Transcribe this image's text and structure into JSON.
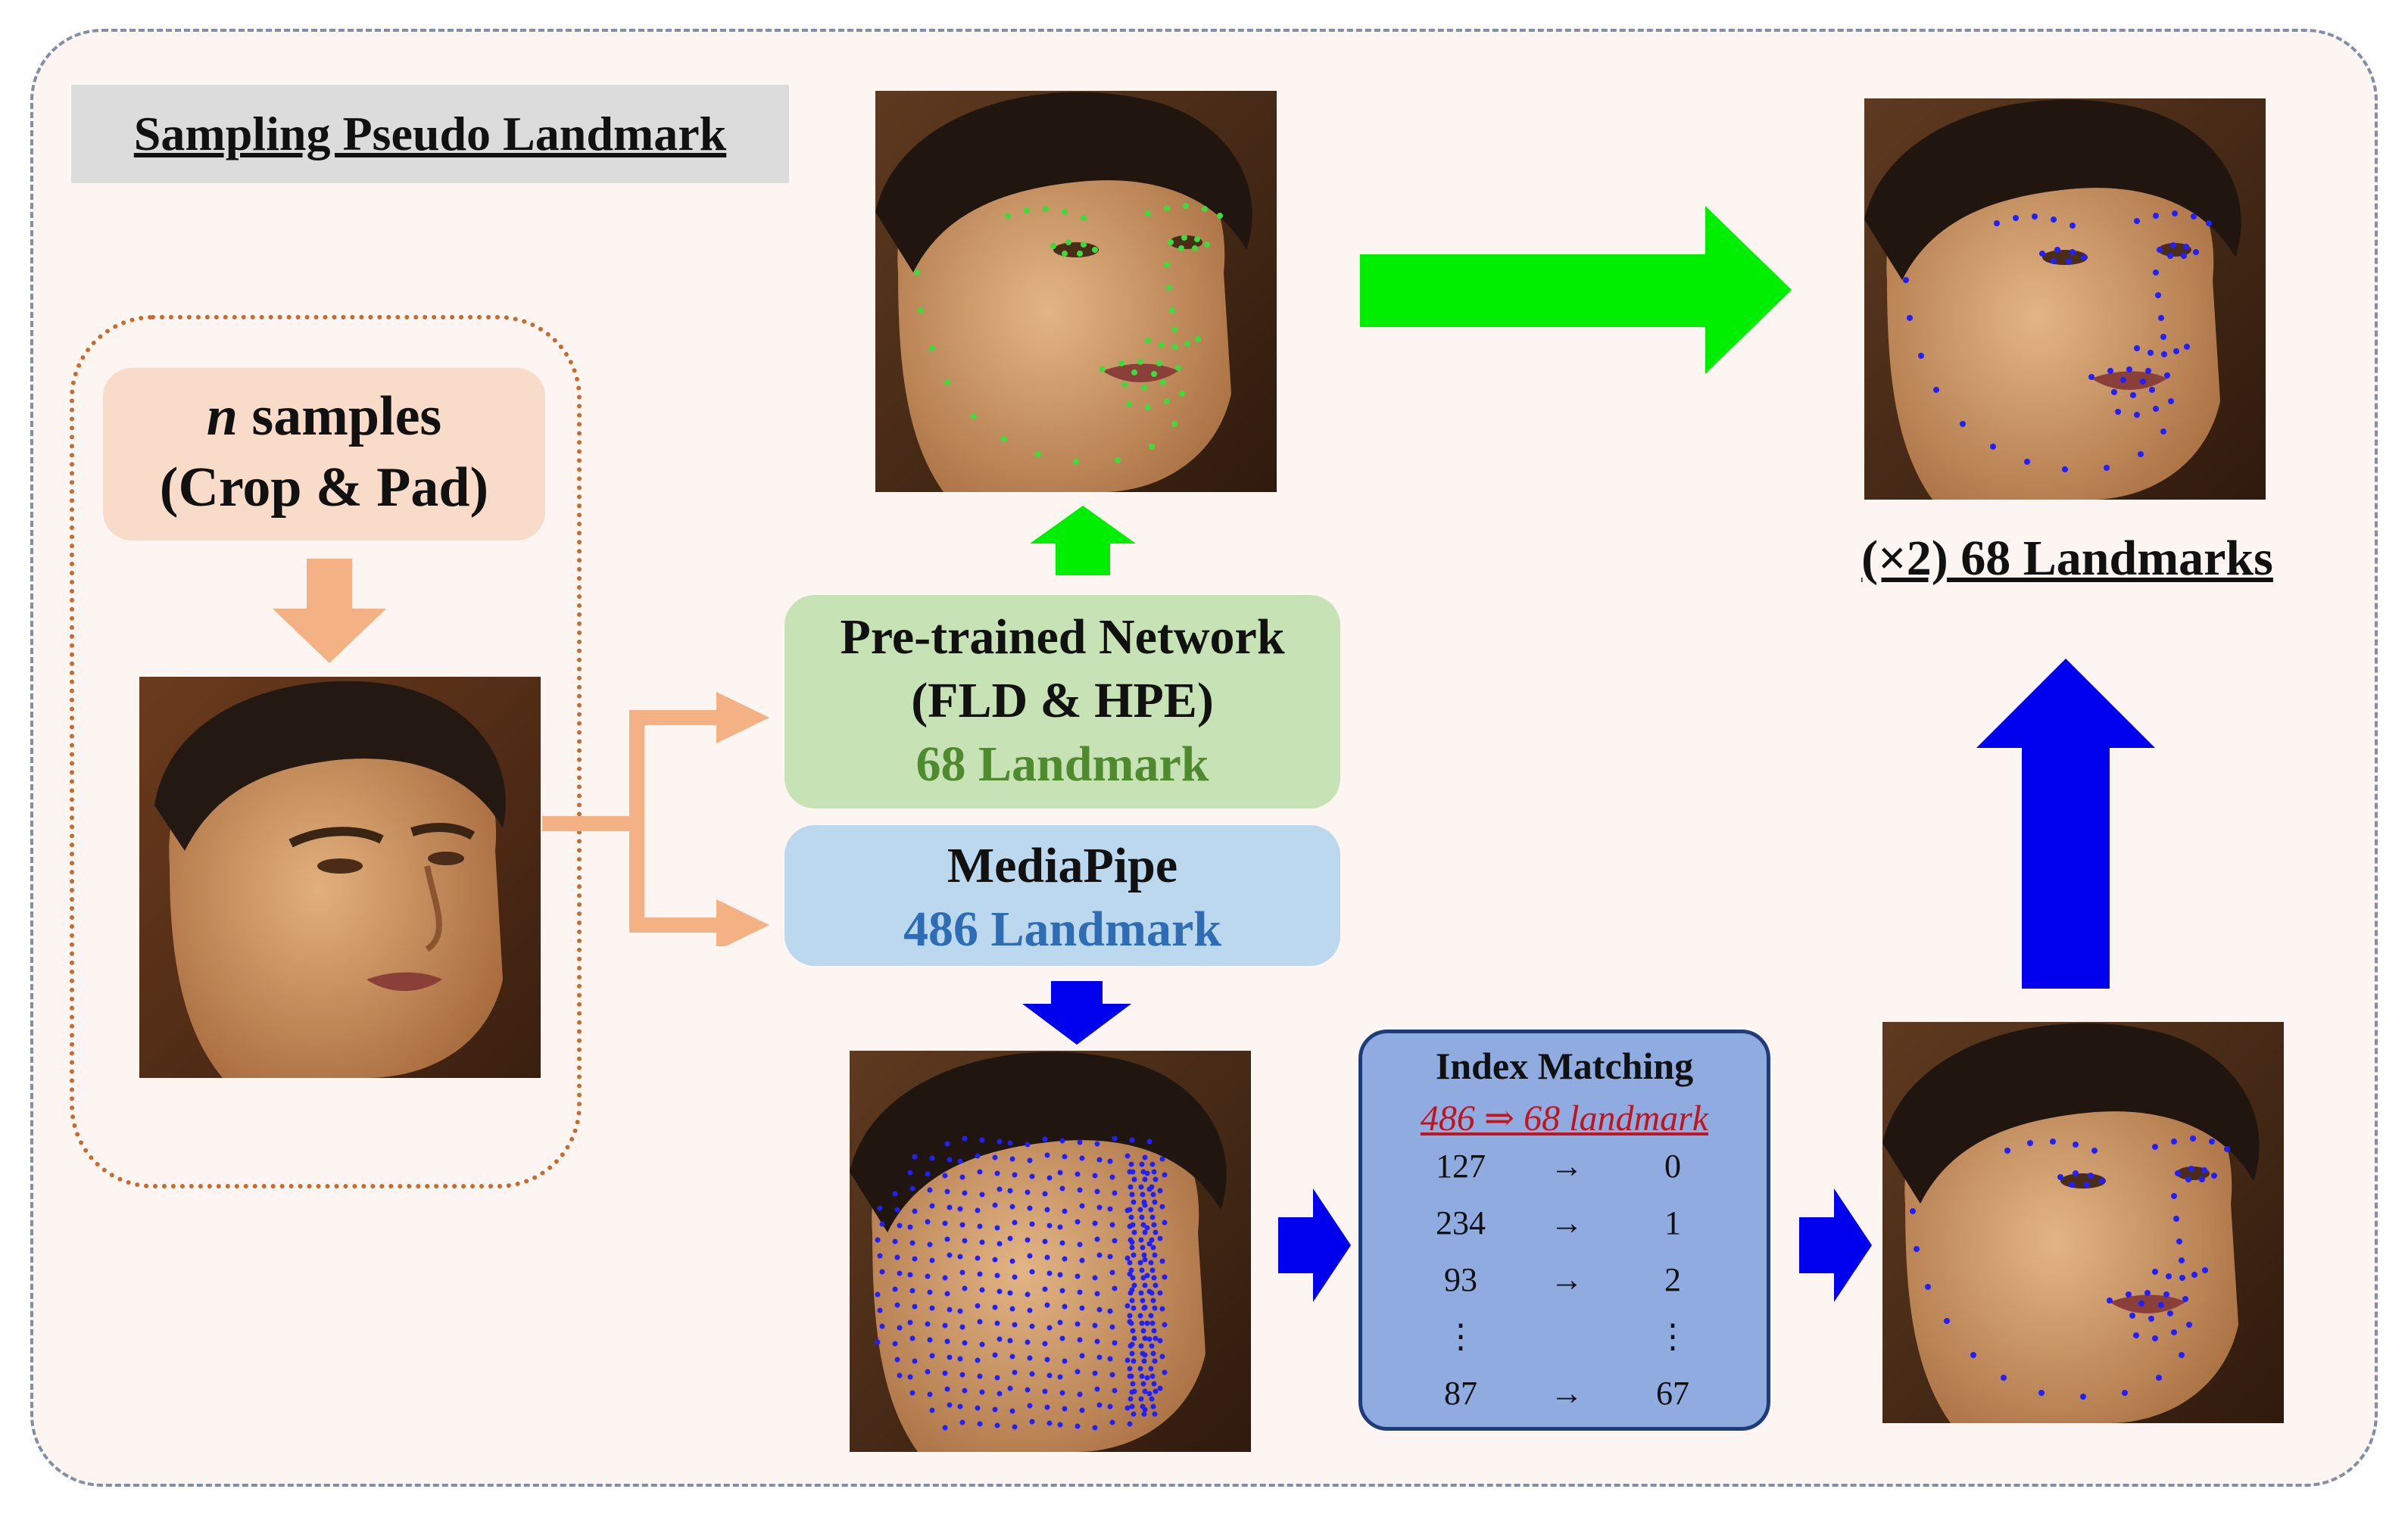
{
  "title": "Sampling  Pseudo Landmark",
  "samples": {
    "n": "n",
    "line1_rest": " samples",
    "line2": "(Crop & Pad)"
  },
  "fld_network": {
    "line1": "Pre-trained Network",
    "line2": "(FLD & HPE)",
    "line3": "68 Landmark",
    "line3_color": "#4f8a2e"
  },
  "mediapipe": {
    "line1": "MediaPipe",
    "line2": "486 Landmark",
    "line2_color": "#2e6db4"
  },
  "index_matching": {
    "title": "Index Matching",
    "subtitle": "486 ⇒ 68 landmark",
    "rows": [
      {
        "from": "127",
        "arrow": "→",
        "to": "0"
      },
      {
        "from": "234",
        "arrow": "→",
        "to": "1"
      },
      {
        "from": "93",
        "arrow": "→",
        "to": "2"
      },
      {
        "from": "⋮",
        "arrow": "",
        "to": "⋮"
      },
      {
        "from": "87",
        "arrow": "→",
        "to": "67"
      }
    ]
  },
  "result_label": "(×2) 68 Landmarks",
  "colors": {
    "green_arrow": "#00ee00",
    "blue_arrow": "#0000ee",
    "orange_arrow": "#f4b183",
    "green_dots": "#3ddc3d",
    "blue_dots": "#2020ff"
  }
}
